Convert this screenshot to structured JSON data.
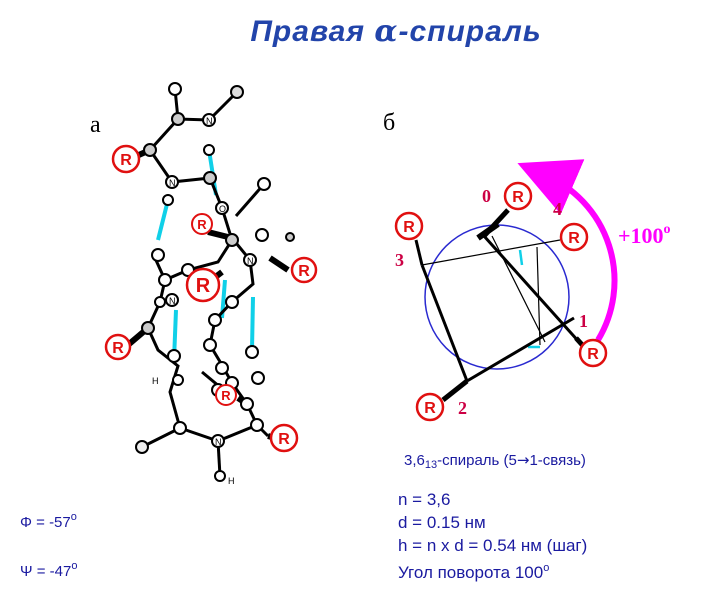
{
  "title": {
    "before": "Правая ",
    "alpha": "α",
    "after": "-спираль"
  },
  "panel_a": {
    "label": "а",
    "r_label": "R",
    "n_label": "N",
    "o_label": "O",
    "h_label": "H"
  },
  "panel_b": {
    "label": "б",
    "r_label": "R",
    "vertex_labels": [
      "0",
      "1",
      "2",
      "3",
      "4"
    ],
    "rotation_value": "+100",
    "rotation_sup": "o"
  },
  "caption": {
    "prefix": "3,6",
    "sub": "13",
    "suffix": "-спираль (5",
    "arrow": "→",
    "tail": "1-связь)"
  },
  "angles": {
    "phi": {
      "text": "Φ = -57",
      "sup": "o"
    },
    "psi": {
      "text": "Ψ = -47",
      "sup": "o"
    }
  },
  "params": {
    "n": "n = 3,6",
    "d": "d = 0.15 нм",
    "h": "h = n x d = 0.54 нм (шаг)",
    "turn_text": "Угол поворота 100",
    "turn_sup": "o"
  },
  "colors": {
    "title": "#2244aa",
    "r_marker": "#e01010",
    "hbond": "#10d0e8",
    "arc": "#ff00ff",
    "vertex_label": "#cc0044",
    "circle": "#2a2ad0",
    "text_blue": "#1a1aa0"
  }
}
